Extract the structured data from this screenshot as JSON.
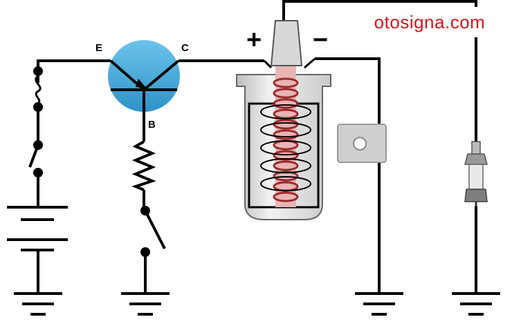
{
  "watermark": {
    "text": "otosigna.com",
    "color": "#e0101a"
  },
  "transistor_labels": {
    "emitter": "E",
    "collector": "C",
    "base": "B"
  },
  "coil_terminals": {
    "positive": "+",
    "negative": "−"
  },
  "colors": {
    "transistor": "#3aa9d9",
    "wire": "#000000",
    "coil_core": "#e3a3a3",
    "coil_body": "#e4e4e4"
  },
  "components": [
    "fuse",
    "ignition-switch",
    "battery",
    "transistor",
    "resistor",
    "contact-breaker",
    "ignition-coil",
    "spark-plug",
    "ground"
  ]
}
